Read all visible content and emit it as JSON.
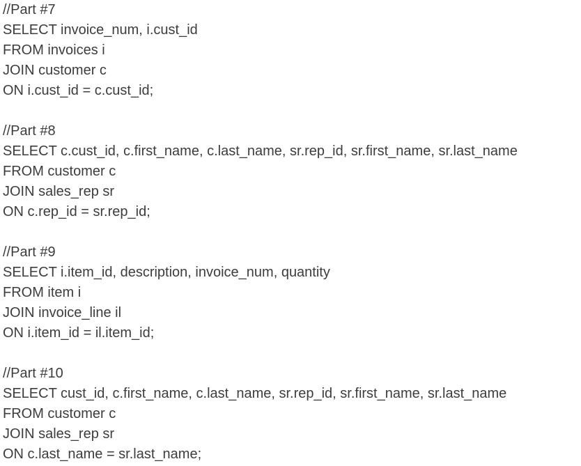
{
  "doc": {
    "colors": {
      "background": "#ffffff",
      "text": "#3d3d3d"
    },
    "blocks": [
      {
        "lines": [
          "//Part #7",
          "SELECT invoice_num, i.cust_id",
          "FROM invoices i",
          "JOIN customer c",
          "ON i.cust_id = c.cust_id;"
        ]
      },
      {
        "lines": [
          "//Part #8",
          "SELECT c.cust_id, c.first_name, c.last_name, sr.rep_id, sr.first_name, sr.last_name",
          "FROM customer c",
          "JOIN sales_rep sr",
          "ON c.rep_id = sr.rep_id;"
        ]
      },
      {
        "lines": [
          "//Part #9",
          "SELECT i.item_id, description, invoice_num, quantity",
          "FROM item i",
          "JOIN invoice_line il",
          "ON i.item_id = il.item_id;"
        ]
      },
      {
        "lines": [
          "//Part #10",
          "SELECT cust_id, c.first_name, c.last_name, sr.rep_id, sr.first_name, sr.last_name",
          "FROM customer c",
          "JOIN sales_rep sr",
          "ON c.last_name = sr.last_name;"
        ]
      }
    ]
  }
}
